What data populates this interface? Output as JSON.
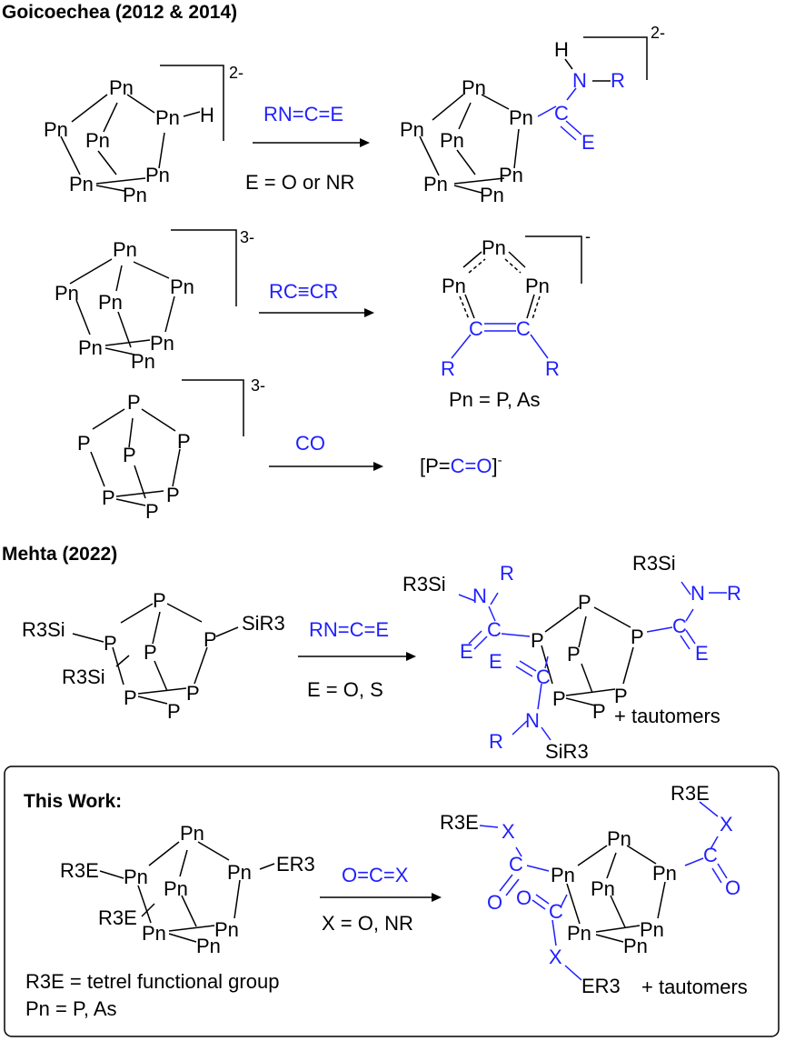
{
  "colors": {
    "ink": "#000000",
    "accent": "#1f1fff",
    "background": "#ffffff"
  },
  "headings": {
    "goicoechea": "Goicoechea (2012 & 2014)",
    "mehta": "Mehta (2022)",
    "this_work": "This Work:"
  },
  "atoms": {
    "pn": "Pn",
    "p": "P",
    "h": "H",
    "n": "N",
    "r": "R",
    "c": "C",
    "e": "E",
    "o": "O",
    "x": "X",
    "r3si": "R3Si",
    "sir3": "SiR3",
    "r3e": "R3E",
    "er3": "ER3"
  },
  "charges": {
    "two_minus": "2-",
    "three_minus": "3-",
    "minus": "-"
  },
  "reactions": {
    "isocyanate": {
      "reagent": "RN=C=E",
      "condition": "E = O or NR"
    },
    "alkyne": {
      "reagent": "RC≡CR",
      "note": "Pn = P, As"
    },
    "co": {
      "reagent": "CO",
      "product": "[P=C=O]-"
    },
    "mehta": {
      "reagent": "RN=C=E",
      "condition": "E = O, S",
      "extra": "+ tautomers"
    },
    "this_work": {
      "reagent": "O=C=X",
      "condition": "X = O, NR",
      "note_r3e": "R3E = tetrel functional group",
      "note_pn": "Pn = P, As",
      "extra": "+ tautomers"
    }
  }
}
